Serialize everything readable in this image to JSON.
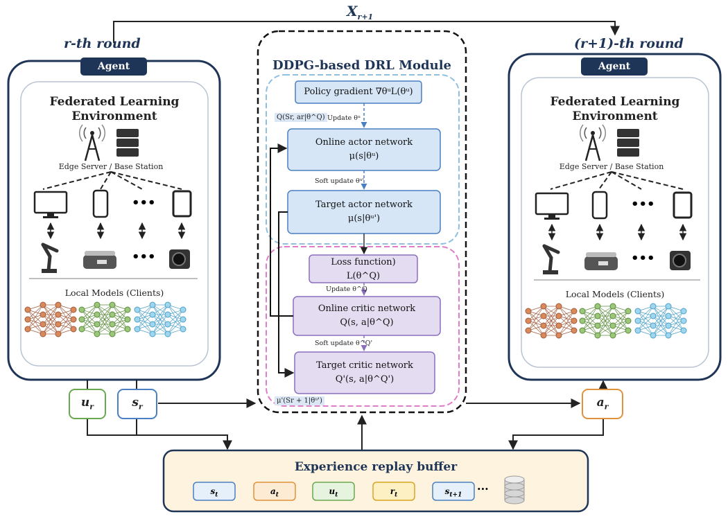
{
  "top_label": "X",
  "top_label_sub": "r+1",
  "left_round": "r-th round",
  "right_round": "(r+1)-th round",
  "agent_label": "Agent",
  "fl_env_line1": "Federated Learning",
  "fl_env_line2": "Environment",
  "edge_label": "Edge Server / Base Station",
  "ellipsis": "•••",
  "local_models": "Local Models (Clients)",
  "ddpg": {
    "title": "DDPG-based DRL Module",
    "policy": "Policy gradient ∇θᵘL(θᵘ)",
    "q_chip": "Q(Sr, ar|θ^Q)",
    "update_mu": "Update θᵘ",
    "online_actor_1": "Online actor network",
    "online_actor_2": "μ(s|θᵘ)",
    "soft_update_mu": "Soft update θᵘ'",
    "target_actor_1": "Target actor network",
    "target_actor_2": "μ(s|θᵘ')",
    "loss_1": "Loss function)",
    "loss_2": "L(θ^Q)",
    "update_q": "Update θ^Q",
    "online_critic_1": "Online critic network",
    "online_critic_2": "Q(s, a|θ^Q)",
    "soft_update_q": "Soft update θ^Q'",
    "target_critic_1": "Target critic network",
    "target_critic_2": "Q'(s, a|θ^Q')",
    "mu_chip": "μ'(Sr + 1|θᵘ')"
  },
  "vars": {
    "u": "u",
    "u_sub": "r",
    "s": "s",
    "s_sub": "r",
    "a": "a",
    "a_sub": "r"
  },
  "buffer": {
    "title": "Experience replay buffer",
    "items": [
      {
        "main": "s",
        "sub": "t",
        "bg": "#e6f0fb",
        "border": "#4a7fc1"
      },
      {
        "main": "a",
        "sub": "t",
        "bg": "#fdebd3",
        "border": "#e0913c"
      },
      {
        "main": "u",
        "sub": "t",
        "bg": "#e6f3df",
        "border": "#6aa84f"
      },
      {
        "main": "r",
        "sub": "t",
        "bg": "#fdf0c2",
        "border": "#d9a520"
      },
      {
        "main": "s",
        "sub": "t+1",
        "bg": "#e6f0fb",
        "border": "#4a7fc1"
      }
    ],
    "ellipsis": "..."
  },
  "colors": {
    "navy": "#1f3557",
    "actor_fill": "#d6e6f6",
    "actor_border": "#4a7fc1",
    "critic_fill": "#e4dcf0",
    "critic_border": "#8a6fbf",
    "buffer_fill": "#fdf3de"
  }
}
